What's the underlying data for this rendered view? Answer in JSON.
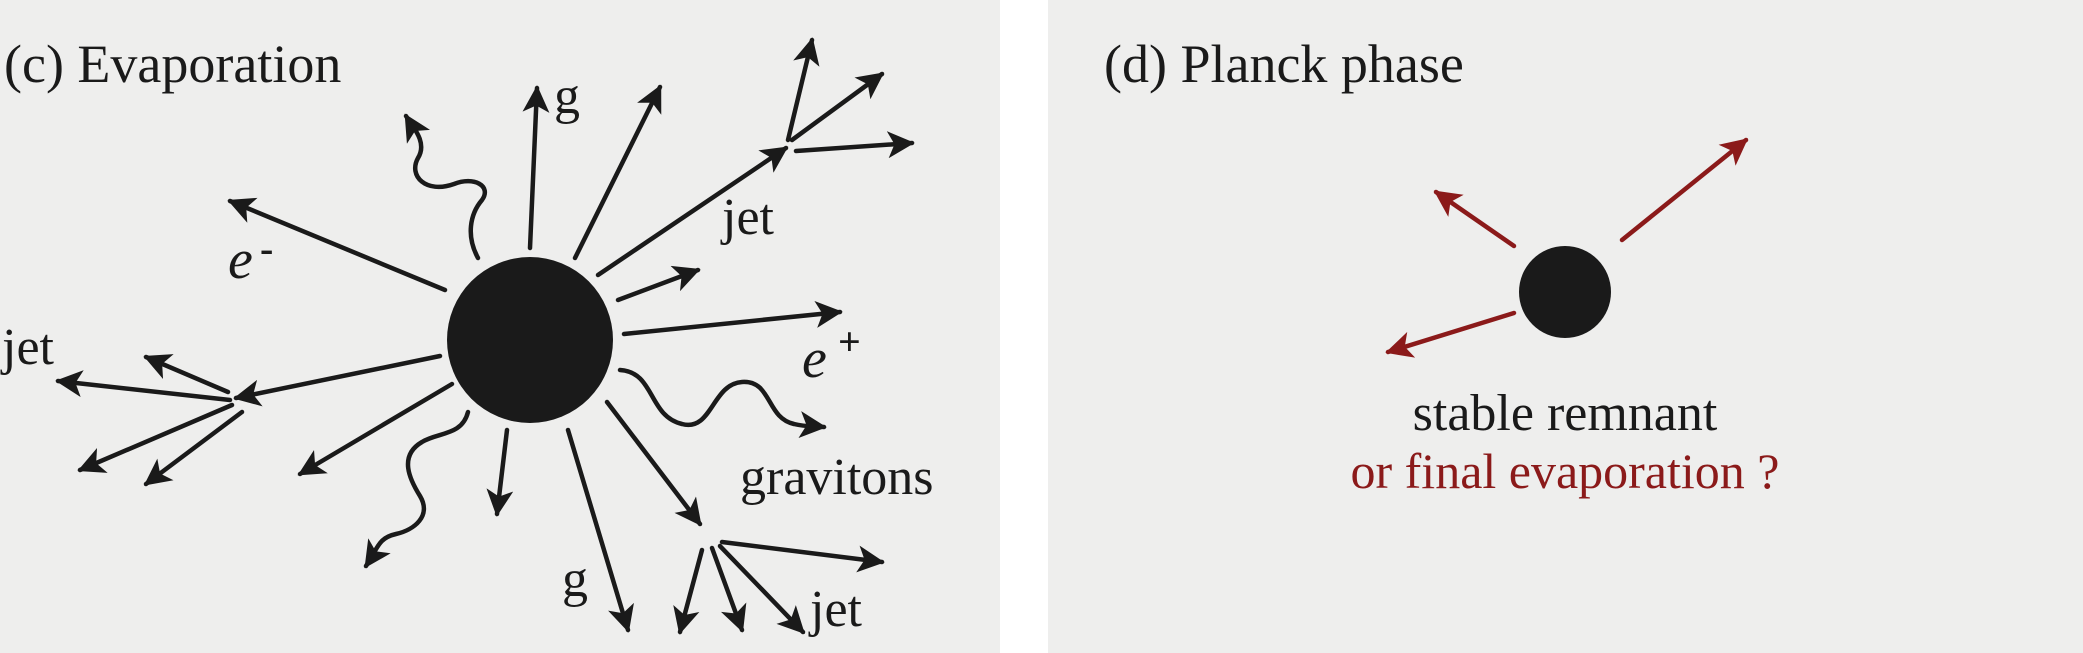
{
  "panel_c": {
    "title": "(c) Evaporation",
    "labels": {
      "g_top": "g",
      "g_bottom": "g",
      "jet_upper_right": "jet",
      "jet_left": "jet",
      "jet_lower_right": "jet",
      "electron": "e",
      "electron_sign": "-",
      "positron": "e",
      "positron_sign": "+",
      "gravitons": "gravitons"
    }
  },
  "panel_d": {
    "title": "(d) Planck phase",
    "caption_line1": "stable remnant",
    "caption_line2": "or final evaporation ?"
  },
  "colors": {
    "background": "#eeeeed",
    "ink": "#1a1a1a",
    "accent_red": "#8b1a1a"
  }
}
